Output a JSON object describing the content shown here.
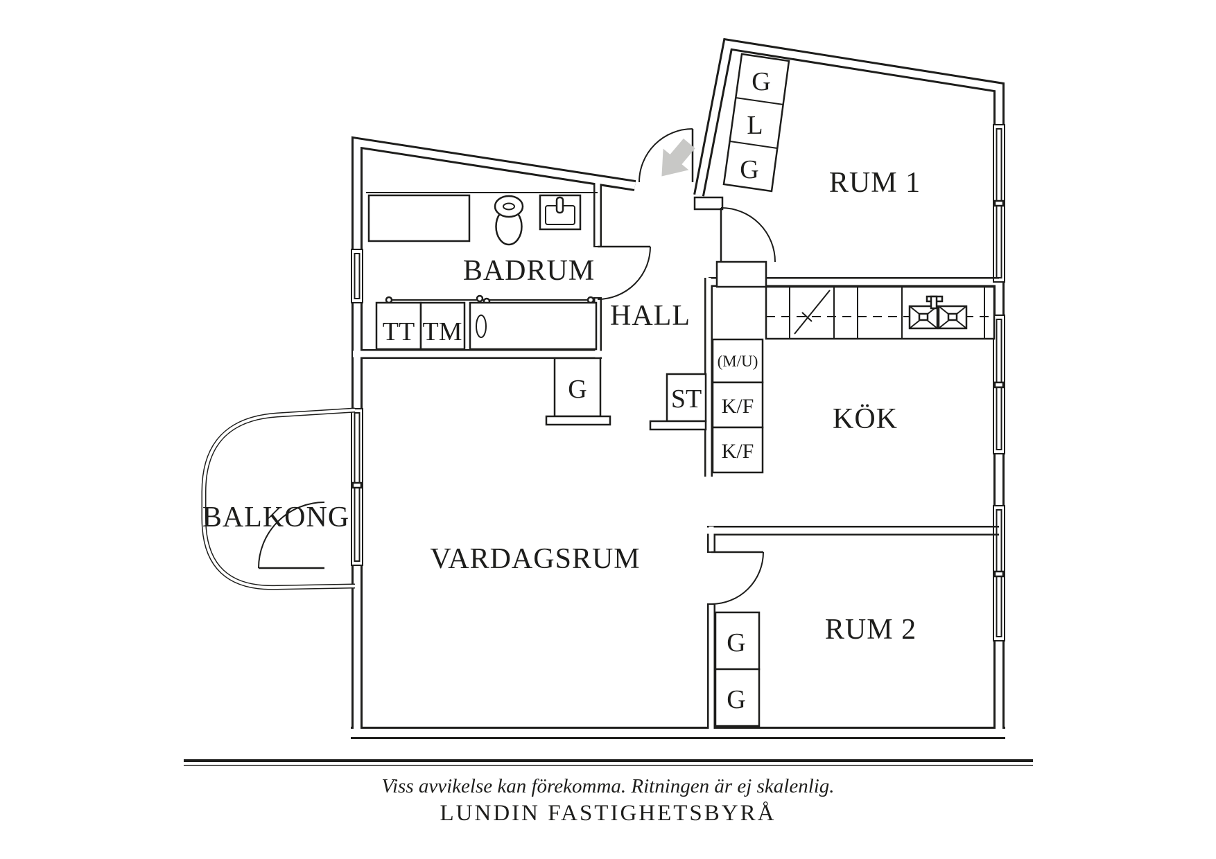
{
  "labels": {
    "rum1": "RUM 1",
    "badrum": "BADRUM",
    "hall": "HALL",
    "kok": "KÖK",
    "balkong": "BALKONG",
    "vardagsrum": "VARDAGSRUM",
    "rum2": "RUM 2"
  },
  "storage": {
    "entry": [
      "G",
      "L",
      "G"
    ],
    "badrum_g": "G",
    "st": "ST",
    "rum2_g": [
      "G",
      "G"
    ]
  },
  "laundry": {
    "tt": "TT",
    "tm": "TM"
  },
  "kitchen_units": {
    "mu": "(M/U)",
    "kf_upper": "K/F",
    "kf_lower": "K/F"
  },
  "footer": {
    "disclaimer": "Viss avvikelse kan förekomma. Ritningen är ej skalenlig.",
    "agency": "LUNDIN FASTIGHETSBYRÅ"
  },
  "colors": {
    "line": "#1d1d1b",
    "arrow": "#c8c8c6",
    "background": "#ffffff"
  }
}
